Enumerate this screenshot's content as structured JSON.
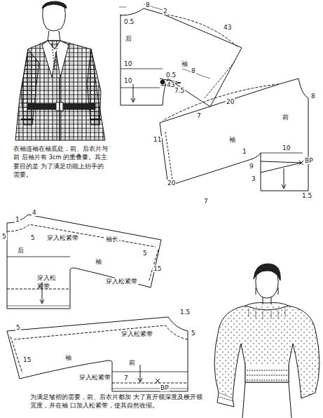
{
  "diagram": {
    "labels": [
      "衣袖连袖在袖底处，前、后衣片与前 后袖片有 3cm 的重叠量。其主要目的是 为了满足功能上抬手的需要。",
      "8",
      "2",
      "0.5",
      "后",
      "43",
      "袖",
      "10",
      "10",
      "0.5",
      "7.5",
      "20",
      "7",
      "43",
      "8",
      "8",
      "前",
      "袖",
      "1",
      "11",
      "10",
      "9",
      "BP",
      "3",
      "20",
      "7",
      "1.5",
      "4",
      "1",
      "5",
      "5",
      "穿入松紧带",
      "袖长",
      "后",
      "袖",
      "5",
      "15",
      "穿入松紧带",
      "穿入松紧带",
      "5",
      "穿入松紧带",
      "1.5",
      "5",
      "15",
      "袖",
      "前",
      "7",
      "BP",
      "穿入松紧带",
      "为满足皱褶的需要，前、后衣片都加 大了直开领深度及横开领宽度，并在袖 口加入松紧带，使其自然收缩。"
    ]
  }
}
